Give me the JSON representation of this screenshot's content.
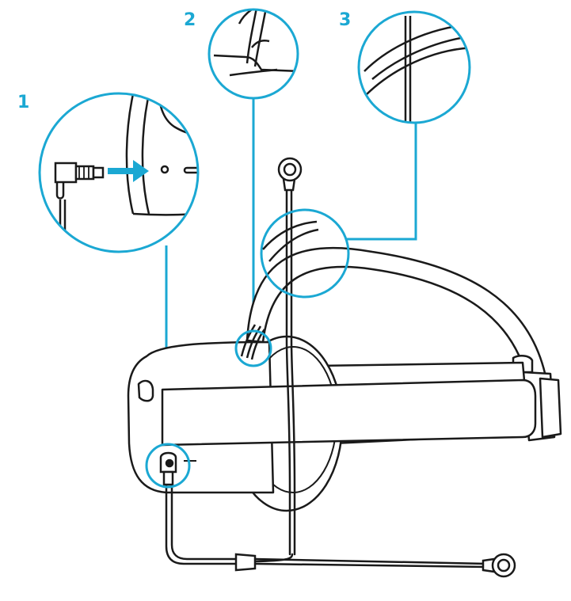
{
  "steps": [
    {
      "label": "1"
    },
    {
      "label": "2"
    },
    {
      "label": "3"
    }
  ],
  "colors": {
    "accent": "#1ba8d3",
    "line": "#1a1a1a",
    "background": "#ffffff"
  },
  "icons": {
    "headset": "vr-headset-icon",
    "earbud": "earbud-icon",
    "plug": "audio-jack-plug-icon",
    "arrow": "arrow-right-icon"
  }
}
